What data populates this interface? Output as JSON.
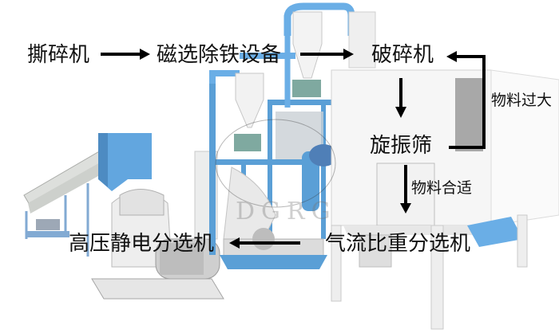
{
  "diagram": {
    "type": "process-flow",
    "nodes": [
      {
        "id": "shredder",
        "label": "撕碎机"
      },
      {
        "id": "magnetic",
        "label": "磁选除铁设备"
      },
      {
        "id": "crusher",
        "label": "破碎机"
      },
      {
        "id": "screen",
        "label": "旋振筛"
      },
      {
        "id": "airflow",
        "label": "气流比重分选机"
      },
      {
        "id": "electrostatic",
        "label": "高压静电分选机"
      }
    ],
    "edges": [
      {
        "from": "shredder",
        "to": "magnetic",
        "label": ""
      },
      {
        "from": "magnetic",
        "to": "crusher",
        "label": ""
      },
      {
        "from": "crusher",
        "to": "screen",
        "label": ""
      },
      {
        "from": "screen",
        "to": "crusher",
        "label": "物料过大"
      },
      {
        "from": "screen",
        "to": "airflow",
        "label": "物料合适"
      },
      {
        "from": "airflow",
        "to": "electrostatic",
        "label": ""
      }
    ]
  },
  "labels": {
    "shredder": "撕碎机",
    "magnetic": "磁选除铁设备",
    "crusher": "破碎机",
    "screen": "旋振筛",
    "airflow": "气流比重分选机",
    "electrostatic": "高压静电分选机",
    "too_large": "物料过大",
    "suitable": "物料合适"
  },
  "watermark": "DGRG",
  "colors": {
    "machine_blue": "#5a9fd6",
    "machine_white": "#f2f3f4",
    "text": "#111111",
    "arrow": "#000000"
  }
}
